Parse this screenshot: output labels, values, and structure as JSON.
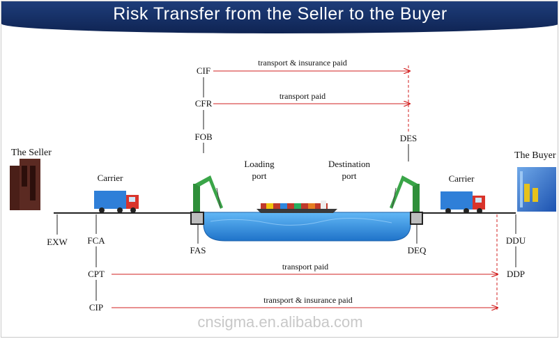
{
  "title": "Risk Transfer  from the Seller to the Buyer",
  "parties": {
    "seller": "The Seller",
    "buyer": "The Buyer"
  },
  "carriers": {
    "left": "Carrier",
    "right": "Carrier"
  },
  "ports": {
    "loading": [
      "Loading",
      "port"
    ],
    "destination": [
      "Destination",
      "port"
    ]
  },
  "terms_top": {
    "cif": "CIF",
    "cfr": "CFR",
    "fob": "FOB",
    "des": "DES"
  },
  "terms_bottom": {
    "exw": "EXW",
    "fca": "FCA",
    "cpt": "CPT",
    "cip": "CIP",
    "fas": "FAS",
    "deq": "DEQ",
    "ddu": "DDU",
    "ddp": "DDP"
  },
  "arrows": {
    "cif": "transport & insurance paid",
    "cfr": "transport paid",
    "cpt": "transport paid",
    "cip": "transport & insurance paid"
  },
  "watermark": "cnsigma.en.alibaba.com",
  "colors": {
    "banner": "#1a3670",
    "arrow": "#d21f1f",
    "sea": "#2f8fe6"
  }
}
